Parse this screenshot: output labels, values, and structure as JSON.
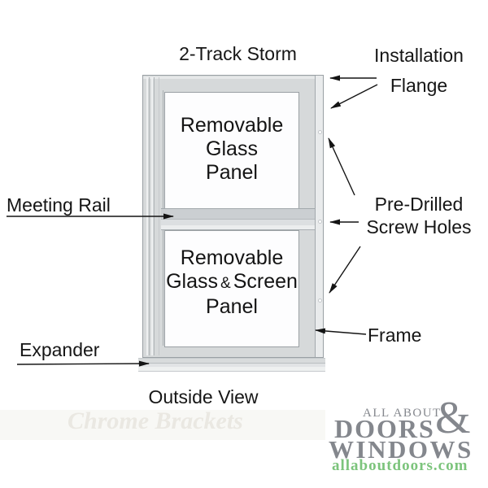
{
  "title": "2-Track Storm",
  "footer_caption": "Outside View",
  "window": {
    "upper_panel_lines": [
      "Removable",
      "Glass",
      "Panel"
    ],
    "lower_panel": {
      "line1": "Removable",
      "line2_pre": "Glass",
      "amp": "&",
      "line2_post": "Screen",
      "line3": "Panel"
    },
    "screw_hole_count": "3"
  },
  "labels": {
    "installation_flange": {
      "line1": "Installation",
      "line2": "Flange"
    },
    "pre_drilled": {
      "line1": "Pre-Drilled",
      "line2": "Screw Holes"
    },
    "meeting_rail": "Meeting Rail",
    "frame": "Frame",
    "expander": "Expander"
  },
  "watermark": "Chrome Brackets",
  "logo": {
    "line1": "ALL ABOUT",
    "ampersand": "&",
    "line2": "DOORS",
    "line3": "WINDOWS",
    "domain": "allaboutdoors.com"
  },
  "colors": {
    "frame_fill": "#d6d9da",
    "frame_border": "#9aa0a4",
    "flange_fill": "#e9ebec",
    "glass": "#fdfdfe",
    "text": "#161616",
    "logo_gray": "#84878d",
    "logo_green": "#7cc47c",
    "watermark": "#eae8e2"
  }
}
